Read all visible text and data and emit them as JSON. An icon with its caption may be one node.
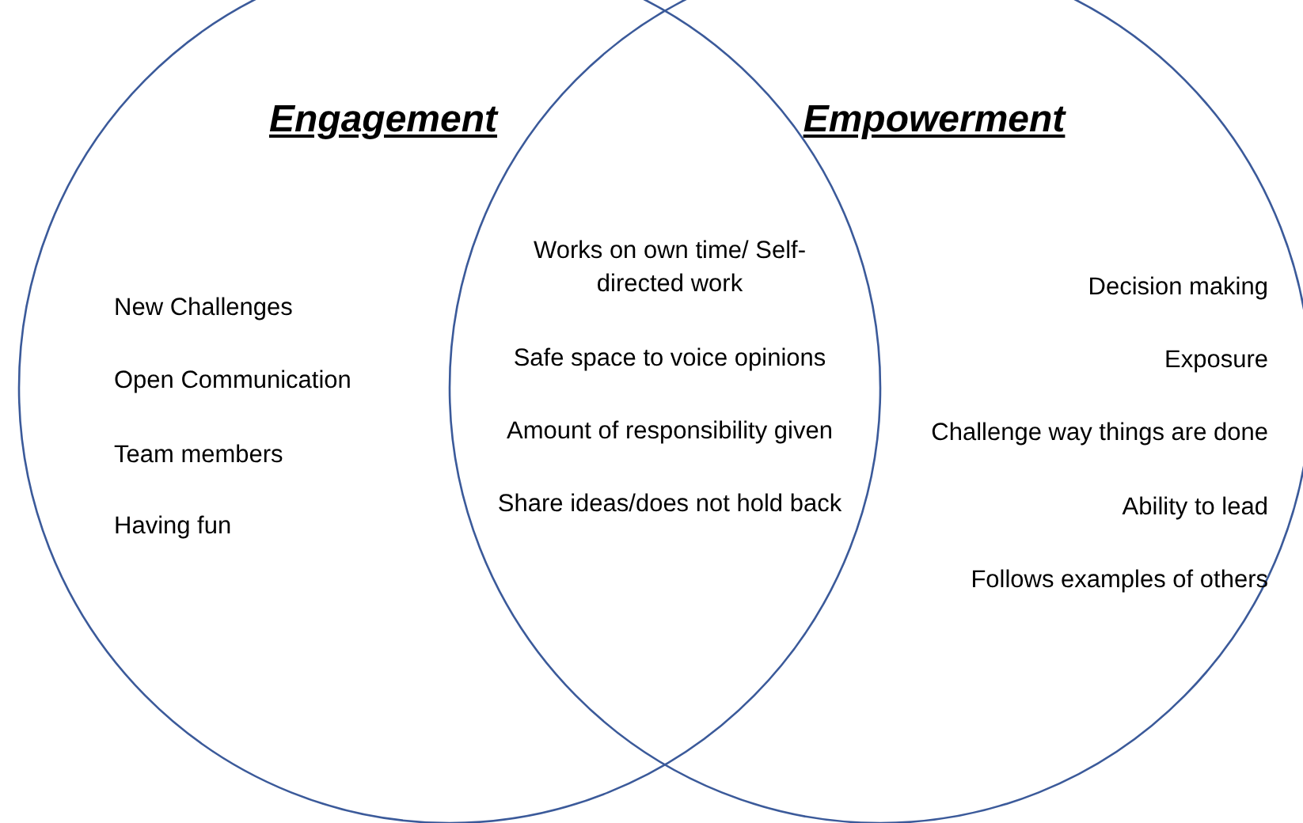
{
  "diagram": {
    "nodes": [
      {
        "text": [
          "Engagement"
        ]
      },
      {
        "text": [
          "Empowerment"
        ]
      }
    ],
    "labels": [
      "New Challenges",
      "Open Communication",
      "Team members",
      "Having fun",
      "Works on own time/ Self-directed work",
      "Safe space to voice opinions",
      "Amount of responsibility given",
      "Share ideas/does not hold back",
      "Decision making",
      "Exposure",
      "Challenge way things are done",
      "Ability to lead",
      "Follows examples of others"
    ]
  }
}
